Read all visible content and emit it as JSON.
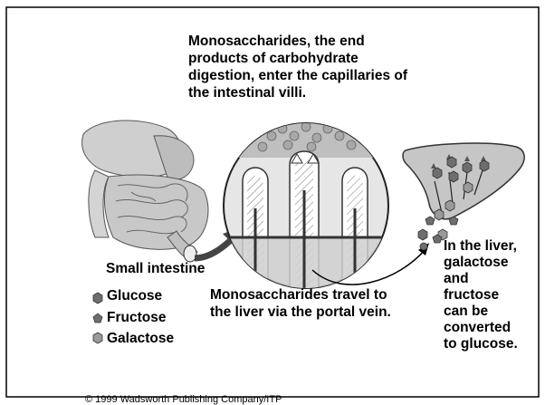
{
  "captions": {
    "top": "Monosaccharides, the end\nproducts of carbohydrate\ndigestion, enter the capillaries of\nthe intestinal villi.",
    "small_intestine": "Small intestine",
    "portal": "Monosaccharides travel to\nthe liver via the portal vein.",
    "liver": "In the liver,\ngalactose\nand\nfructose\ncan be\nconverted\nto glucose."
  },
  "legend": [
    {
      "label": "Glucose",
      "shape": "hexagon",
      "color": "#6e6e6e"
    },
    {
      "label": "Fructose",
      "shape": "pentagon",
      "color": "#6e6e6e"
    },
    {
      "label": "Galactose",
      "shape": "rounded-hexagon",
      "color": "#9a9a9a"
    }
  ],
  "copyright": "© 1999 Wadsworth Publishing Company/ITP"
}
